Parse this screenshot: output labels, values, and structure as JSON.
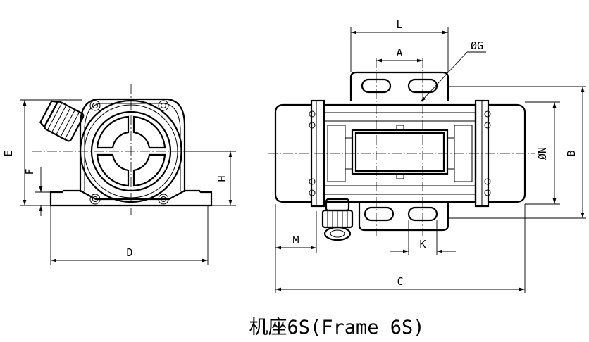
{
  "caption": "机座6S(Frame 6S)",
  "dimension_labels": {
    "L": "L",
    "A": "A",
    "G": "ØG",
    "E": "E",
    "F": "F",
    "H": "H",
    "D": "D",
    "N": "ØN",
    "B": "B",
    "M": "M",
    "K": "K",
    "C": "C"
  }
}
